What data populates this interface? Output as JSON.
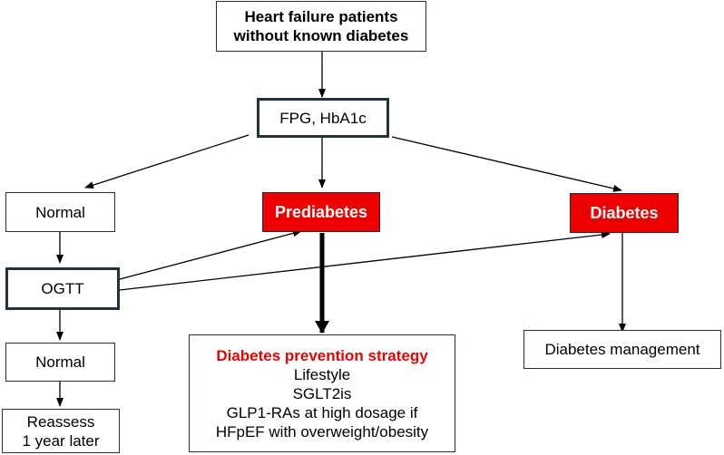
{
  "diagram": {
    "nodes": {
      "start": [
        "Heart failure patients",
        "without known diabetes"
      ],
      "fpg": "FPG, HbA1c",
      "normal_1": "Normal",
      "prediabetes": "Prediabetes",
      "diabetes": "Diabetes",
      "ogtt": "OGTT",
      "normal_2": "Normal",
      "reassess": [
        "Reassess",
        "1 year later"
      ],
      "prevention": {
        "title": "Diabetes prevention strategy",
        "items": [
          "Lifestyle",
          "SGLT2is",
          "GLP1-RAs at high dosage if",
          "HFpEF with overweight/obesity"
        ]
      },
      "management": "Diabetes management"
    },
    "colors": {
      "highlight": "#ee0000",
      "border": "#1f3340",
      "arrow": "#000000"
    }
  }
}
